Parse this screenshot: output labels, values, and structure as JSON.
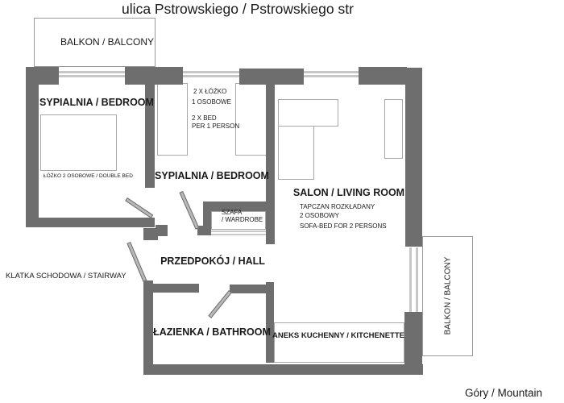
{
  "title": "ulica Pstrowskiego / Pstrowskiego str",
  "footer": "Góry / Mountain",
  "colors": {
    "wall": "#6e6e6e",
    "window": "#c6c6c6",
    "door": "#b8b8b8",
    "text": "#1a1a1a"
  },
  "rooms": {
    "balcony_top": "BALKON / BALCONY",
    "balcony_right": "BALKON / BALCONY",
    "bedroom1": "SYPIALNIA / BEDROOM",
    "bedroom2": "SYPIALNIA / BEDROOM",
    "salon": "SALON / LIVING ROOM",
    "hall": "PRZEDPOKÓJ / HALL",
    "bathroom": "ŁAZIENKA / BATHROOM",
    "kitchenette": "ANEKS KUCHENNY / KITCHENETTE",
    "stairway": "KLATKA SCHODOWA / STAIRWAY",
    "wardrobe_line1": "SZAFA",
    "wardrobe_line2": "/ WARDROBE"
  },
  "annotations": {
    "double_bed": "ŁÓŻKO 2 OSOBOWE / DOUBLE BED",
    "twin_pl_1": "2 X ŁÓŻKO",
    "twin_pl_2": "1 OSOBOWE",
    "twin_en_1": "2 X BED",
    "twin_en_2": "PER 1 PERSON",
    "sofa_pl_1": "TAPCZAN ROZKŁADANY",
    "sofa_pl_2": "2 OSOBOWY",
    "sofa_en": "SOFA-BED FOR 2 PERSONS"
  }
}
